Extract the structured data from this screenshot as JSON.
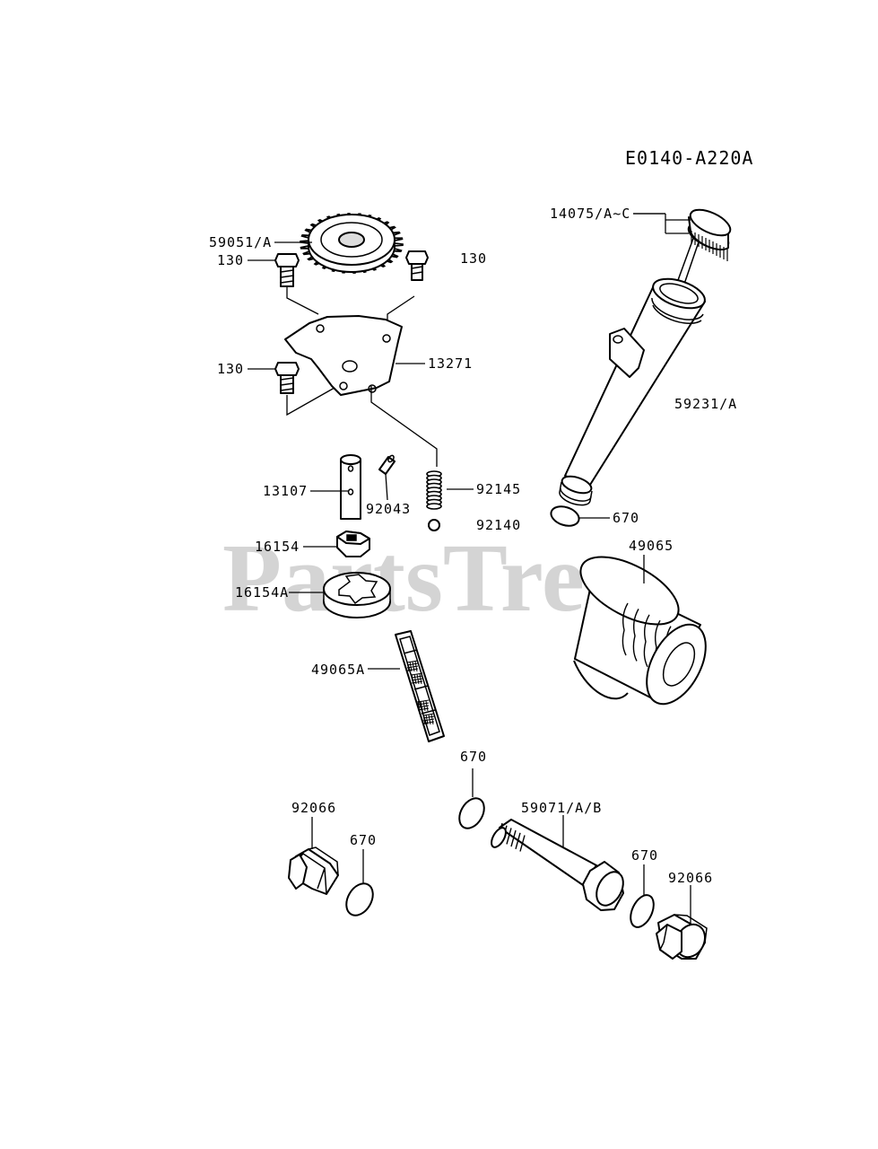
{
  "diagram_code": "E0140-A220A",
  "watermark": "PartsTree",
  "part_labels": {
    "gear": "59051/A",
    "bolt_top_left": "130",
    "bolt_top_right": "130",
    "bolt_mid": "130",
    "cover_plate": "13271",
    "shaft": "13107",
    "pin": "92043",
    "spring": "92145",
    "ball": "92140",
    "inner_rotor": "16154",
    "outer_rotor": "16154A",
    "screen": "49065A",
    "cap": "14075/A~C",
    "filler_tube": "59231/A",
    "oring_tube": "670",
    "oil_filter": "49065",
    "oring_center": "670",
    "nipple": "59071/A/B",
    "oring_right": "670",
    "plug_left": "92066",
    "oring_left": "670",
    "plug_right": "92066"
  }
}
